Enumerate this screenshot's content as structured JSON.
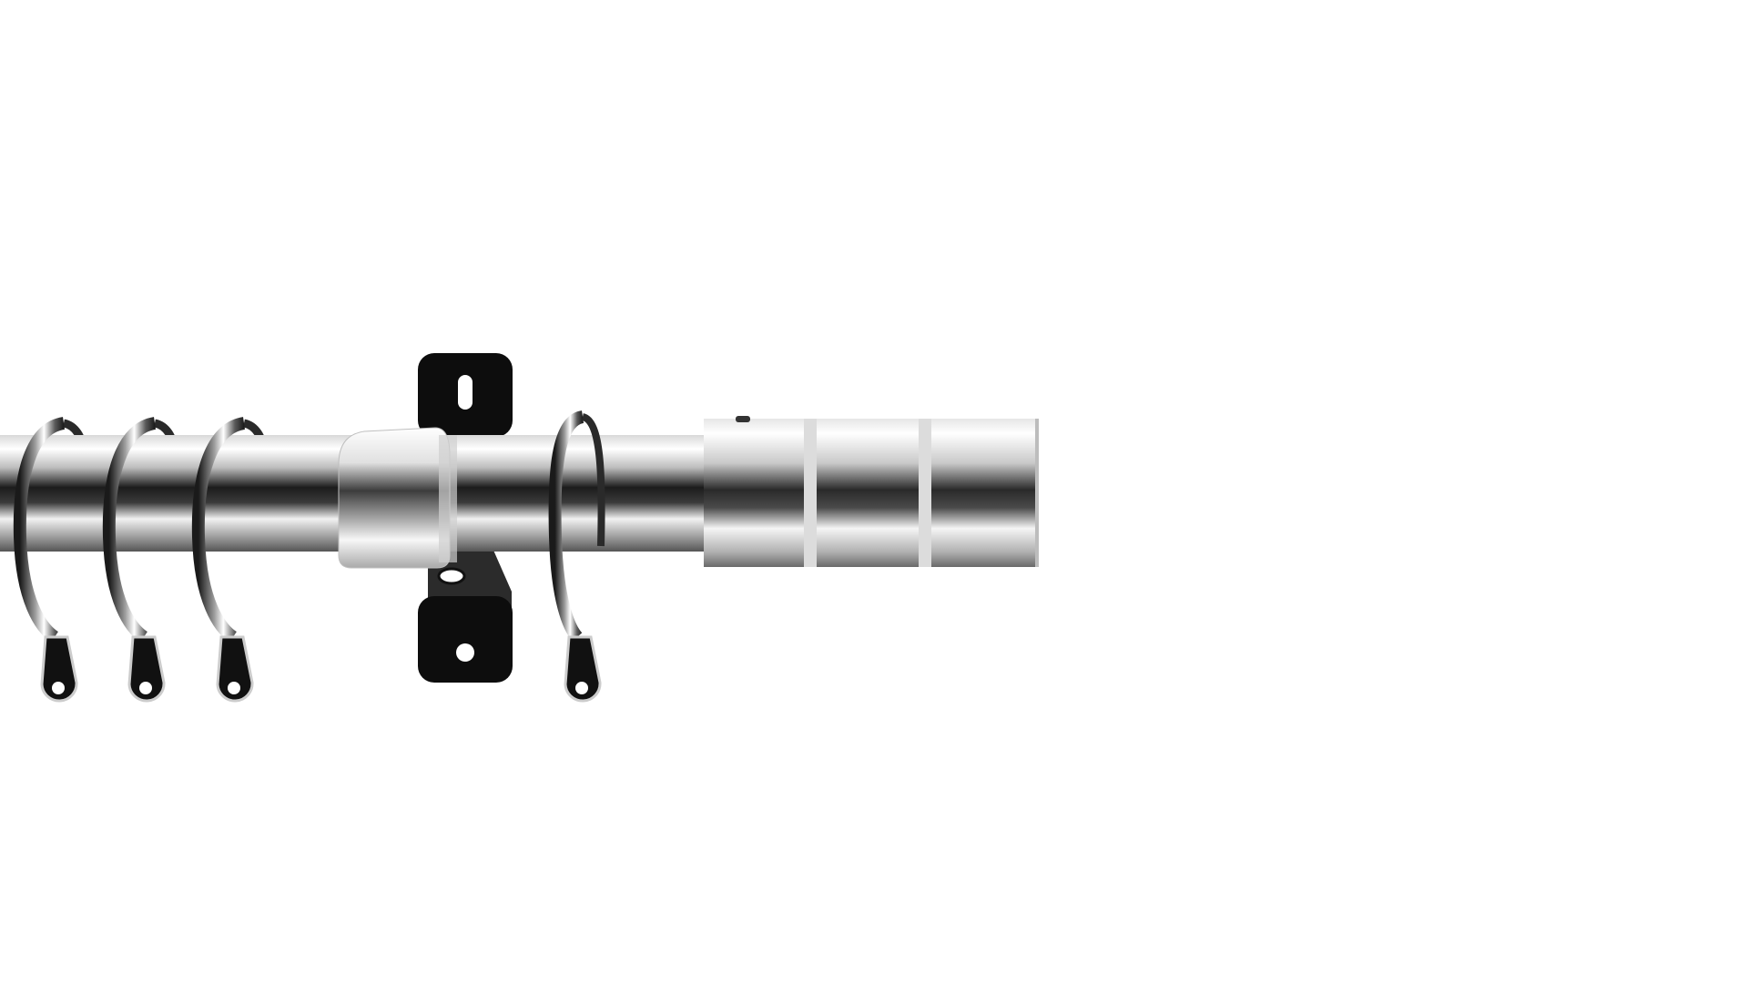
{
  "scene": {
    "subject": "chrome-curtain-pole-set",
    "background_color": "#ffffff",
    "colors": {
      "chrome_dark": "#1a1a1a",
      "chrome_mid": "#8a8a8a",
      "chrome_light": "#f4f4f4",
      "bracket_black": "#0d0d0d",
      "eyelet_hole": "#ffffff"
    },
    "ring_count": 4,
    "finial_segment_count": 3,
    "bracket_count": 1
  }
}
